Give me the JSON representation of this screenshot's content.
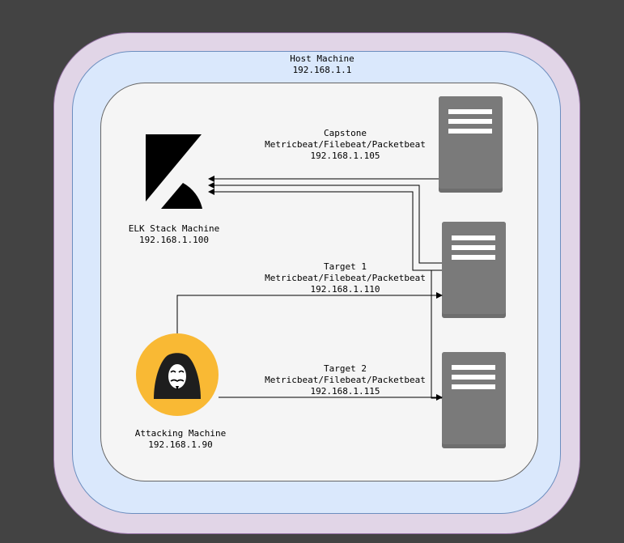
{
  "host": {
    "title": "Host Machine",
    "ip": "192.168.1.1"
  },
  "elk": {
    "title": "ELK Stack Machine",
    "ip": "192.168.1.100"
  },
  "capstone": {
    "title": "Capstone",
    "beats": "Metricbeat/Filebeat/Packetbeat",
    "ip": "192.168.1.105"
  },
  "target1": {
    "title": "Target 1",
    "beats": "Metricbeat/Filebeat/Packetbeat",
    "ip": "192.168.1.110"
  },
  "target2": {
    "title": "Target 2",
    "beats": "Metricbeat/Filebeat/Packetbeat",
    "ip": "192.168.1.115"
  },
  "attacker": {
    "title": "Attacking Machine",
    "ip": "192.168.1.90"
  },
  "colors": {
    "background": "#434343",
    "host_fill": "#e1d5e7",
    "network_fill": "#dae8fc",
    "inner_fill": "#f5f5f5",
    "server": "#7a7a7a",
    "attacker_circle": "#f9b934"
  },
  "icons": {
    "elk": "kibana-logo-icon",
    "server": "server-icon",
    "attacker": "hacker-anonymous-icon"
  }
}
